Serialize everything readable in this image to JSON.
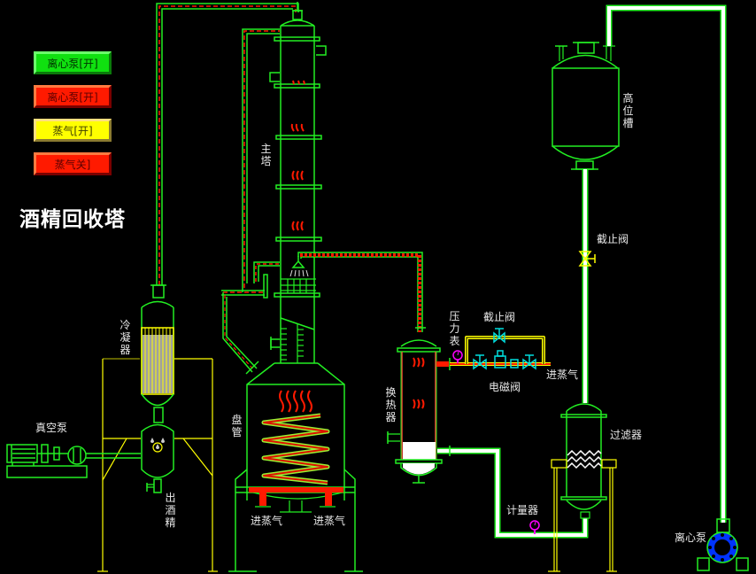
{
  "controls": [
    {
      "label": "离心泵[开]",
      "state": "on",
      "color": "#10e010"
    },
    {
      "label": "离心泵[开]",
      "state": "off",
      "color": "#ff1a00"
    },
    {
      "label": "蒸气[开]",
      "state": "on",
      "color": "#ffff00"
    },
    {
      "label": "蒸气关]",
      "state": "off",
      "color": "#ff1a00"
    }
  ],
  "title": "酒精回收塔",
  "labels": {
    "main_tower": "主塔",
    "condenser": "冷凝器",
    "vacuum_pump": "真空泵",
    "alcohol_out": "出酒精",
    "coil": "盘管",
    "steam_in_left": "进蒸气",
    "steam_in_right": "进蒸气",
    "heat_exchanger": "换热器",
    "pressure_gauge": "压力表",
    "stop_valve_top": "截止阀",
    "solenoid_valve": "电磁阀",
    "steam_in_exchanger": "进蒸气",
    "high_tank": "高位槽",
    "stop_valve_right": "截止阀",
    "filter": "过滤器",
    "meter": "计量器",
    "centrifugal_pump": "离心泵"
  },
  "colors": {
    "equipment": "#22ee22",
    "steam": "#ff1a00",
    "frame": "#ffff00",
    "liquid": "#ffffff",
    "gauge": "#ff00ff",
    "valve": "#00dddd",
    "pump_rotor": "#0033ff"
  }
}
